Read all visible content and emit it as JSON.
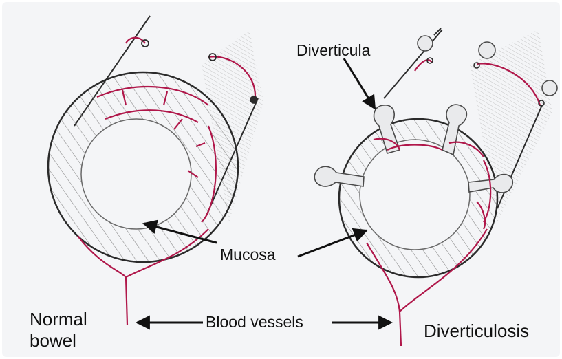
{
  "labels": {
    "diverticula": "Diverticula",
    "mucosa": "Mucosa",
    "blood_vessels": "Blood vessels",
    "normal_line1": "Normal",
    "normal_line2": "bowel",
    "diverticulosis": "Diverticulosis"
  },
  "colors": {
    "background": "#f4f5f7",
    "outline": "#2b2b2b",
    "vessel": "#b0174a",
    "hatch": "#8a8a8a"
  }
}
